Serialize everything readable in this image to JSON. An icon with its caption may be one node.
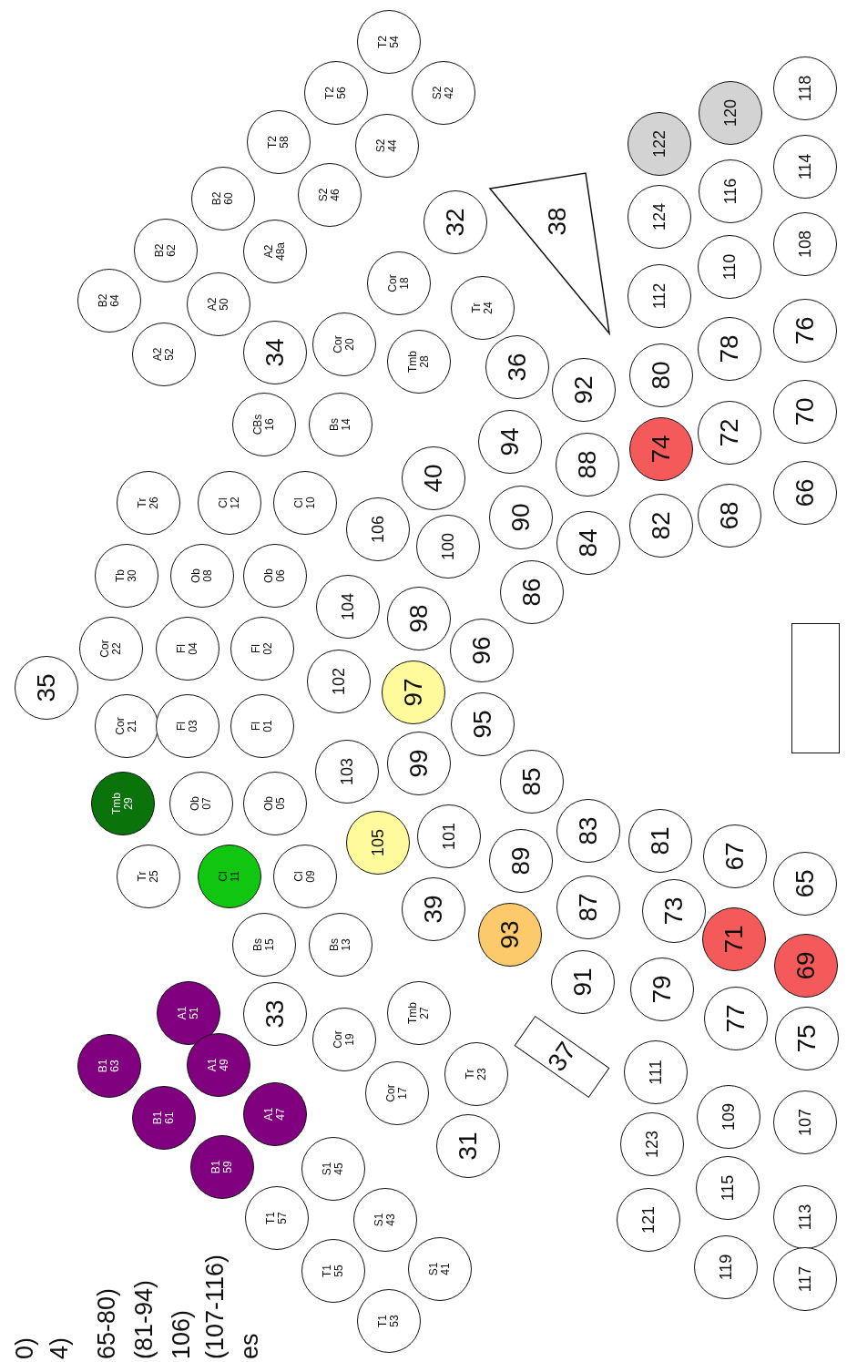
{
  "diagram": {
    "nodes": [
      {
        "text": [
          "T2 54"
        ]
      },
      {
        "text": [
          "T2 56"
        ]
      },
      {
        "text": [
          "S2 42"
        ]
      },
      {
        "text": [
          "T2 58"
        ]
      },
      {
        "text": [
          "S2 44"
        ]
      },
      {
        "text": [
          "B2 60"
        ]
      },
      {
        "text": [
          "S2 46"
        ]
      },
      {
        "text": [
          "B2 62"
        ]
      },
      {
        "text": [
          "A2 48a"
        ]
      },
      {
        "text": [
          "32"
        ]
      },
      {
        "text": [
          "Cor 18"
        ]
      },
      {
        "text": [
          "38"
        ]
      },
      {
        "text": [
          "B2 64"
        ]
      },
      {
        "text": [
          "A2 50"
        ]
      },
      {
        "text": [
          "A2 52"
        ]
      },
      {
        "text": [
          "34"
        ]
      },
      {
        "text": [
          "Cor 20"
        ]
      },
      {
        "text": [
          "Tr 24"
        ]
      },
      {
        "text": [
          "Tmb 28"
        ]
      },
      {
        "text": [
          "36"
        ]
      },
      {
        "text": [
          "CBs 16"
        ]
      },
      {
        "text": [
          "Bs 14"
        ]
      },
      {
        "text": [
          "92"
        ]
      },
      {
        "text": [
          "94"
        ]
      },
      {
        "text": [
          "Tr 26"
        ]
      },
      {
        "text": [
          "Cl 12"
        ]
      },
      {
        "text": [
          "Cl 10"
        ]
      },
      {
        "text": [
          "40"
        ]
      },
      {
        "text": [
          "106"
        ]
      },
      {
        "text": [
          "100"
        ]
      },
      {
        "text": [
          "90"
        ]
      },
      {
        "text": [
          "88"
        ]
      },
      {
        "text": [
          "84"
        ]
      },
      {
        "text": [
          "86"
        ]
      },
      {
        "text": [
          "Tb 30"
        ]
      },
      {
        "text": [
          "Ob 08"
        ]
      },
      {
        "text": [
          "Ob 06"
        ]
      },
      {
        "text": [
          "104"
        ]
      },
      {
        "text": [
          "98"
        ]
      },
      {
        "text": [
          "96"
        ]
      },
      {
        "text": [
          "35"
        ]
      },
      {
        "text": [
          "Cor 22"
        ]
      },
      {
        "text": [
          "Fl 04"
        ]
      },
      {
        "text": [
          "Fl 02"
        ]
      },
      {
        "text": [
          "102"
        ]
      },
      {
        "text": [
          "97"
        ]
      },
      {
        "text": [
          "Cor 21"
        ]
      },
      {
        "text": [
          "Fl 03"
        ]
      },
      {
        "text": [
          "Fl 01"
        ]
      },
      {
        "text": [
          "103"
        ]
      },
      {
        "text": [
          "99"
        ]
      },
      {
        "text": [
          "95"
        ]
      },
      {
        "text": [],
        "shape": "box"
      },
      {
        "text": [
          "Tmb 29"
        ]
      },
      {
        "text": [
          "Ob 07"
        ]
      },
      {
        "text": [
          "Ob 05"
        ]
      },
      {
        "text": [
          "105"
        ]
      },
      {
        "text": [
          "101"
        ]
      },
      {
        "text": [
          "85"
        ]
      },
      {
        "text": [
          "Tr 25"
        ]
      },
      {
        "text": [
          "Cl 11"
        ]
      },
      {
        "text": [
          "Cl 09"
        ]
      },
      {
        "text": [
          "39"
        ]
      },
      {
        "text": [
          "89"
        ]
      },
      {
        "text": [
          "83"
        ]
      },
      {
        "text": [
          "81"
        ]
      },
      {
        "text": [
          "67"
        ]
      },
      {
        "text": [
          "65"
        ]
      },
      {
        "text": [
          "Bs 15"
        ]
      },
      {
        "text": [
          "Bs 13"
        ]
      },
      {
        "text": [
          "93"
        ]
      },
      {
        "text": [
          "87"
        ]
      },
      {
        "text": [
          "73"
        ]
      },
      {
        "text": [
          "71"
        ]
      },
      {
        "text": [
          "69"
        ]
      },
      {
        "text": [
          "A1 51"
        ]
      },
      {
        "text": [
          "B1 63"
        ]
      },
      {
        "text": [
          "A1 49"
        ]
      },
      {
        "text": [
          "33"
        ]
      },
      {
        "text": [
          "Cor 19"
        ]
      },
      {
        "text": [
          "Tmb 27"
        ]
      },
      {
        "text": [
          "91"
        ]
      },
      {
        "text": [
          "79"
        ]
      },
      {
        "text": [
          "77"
        ]
      },
      {
        "text": [
          "75"
        ]
      },
      {
        "text": [
          "B1 61"
        ]
      },
      {
        "text": [
          "A1 47"
        ]
      },
      {
        "text": [
          "Cor 17"
        ]
      },
      {
        "text": [
          "Tr 23"
        ]
      },
      {
        "text": [
          "37"
        ]
      },
      {
        "text": [
          "111"
        ]
      },
      {
        "text": [
          "109"
        ]
      },
      {
        "text": [
          "107"
        ]
      },
      {
        "text": [
          "B1 59"
        ]
      },
      {
        "text": [
          "S1 45"
        ]
      },
      {
        "text": [
          "31"
        ]
      },
      {
        "text": [
          "123"
        ]
      },
      {
        "text": [
          "115"
        ]
      },
      {
        "text": [
          "113"
        ]
      },
      {
        "text": [
          "T1 57"
        ]
      },
      {
        "text": [
          "S1 43"
        ]
      },
      {
        "text": [
          "121"
        ]
      },
      {
        "text": [
          "119"
        ]
      },
      {
        "text": [
          "117"
        ]
      },
      {
        "text": [
          "T1 55"
        ]
      },
      {
        "text": [
          "S1 41"
        ]
      },
      {
        "text": [
          "T1 53"
        ]
      },
      {
        "text": [
          "124"
        ]
      },
      {
        "text": [
          "122"
        ]
      },
      {
        "text": [
          "120"
        ]
      },
      {
        "text": [
          "118"
        ]
      },
      {
        "text": [
          "116"
        ]
      },
      {
        "text": [
          "114"
        ]
      },
      {
        "text": [
          "112"
        ]
      },
      {
        "text": [
          "110"
        ]
      },
      {
        "text": [
          "108"
        ]
      },
      {
        "text": [
          "80"
        ]
      },
      {
        "text": [
          "78"
        ]
      },
      {
        "text": [
          "76"
        ]
      },
      {
        "text": [
          "74"
        ]
      },
      {
        "text": [
          "72"
        ]
      },
      {
        "text": [
          "70"
        ]
      },
      {
        "text": [
          "82"
        ]
      },
      {
        "text": [
          "68"
        ]
      },
      {
        "text": [
          "66"
        ]
      }
    ],
    "labels": [
      "0)",
      "4)",
      "65-80)",
      "(81-94)",
      "106)",
      "(107-116)",
      "es"
    ]
  }
}
